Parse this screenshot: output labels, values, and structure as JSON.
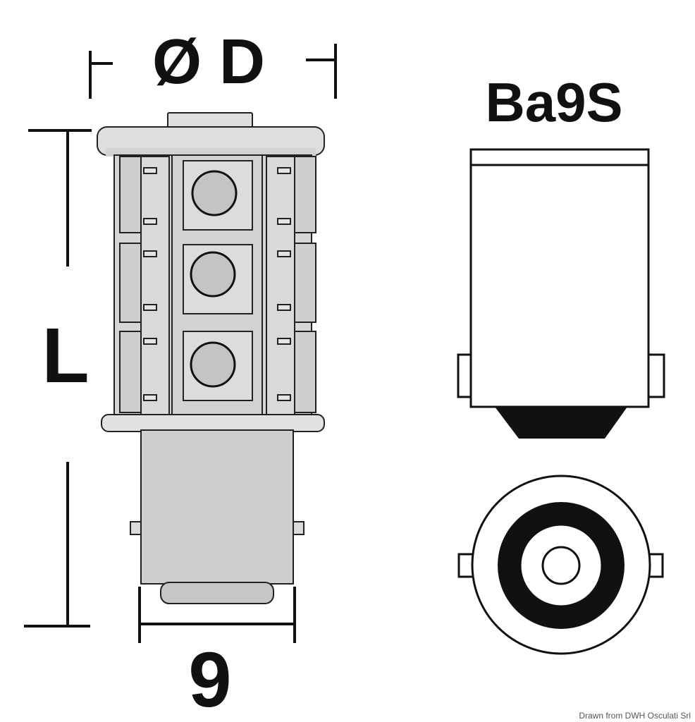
{
  "labels": {
    "diameter": "Ø D",
    "length": "L",
    "base_width": "9",
    "base_type": "Ba9S",
    "credit": "Drawn from DWH Osculati Srl"
  },
  "colors": {
    "ink": "#111111",
    "shade": "#dedede",
    "led_fill": "#c4c4c4",
    "background": "#ffffff"
  }
}
